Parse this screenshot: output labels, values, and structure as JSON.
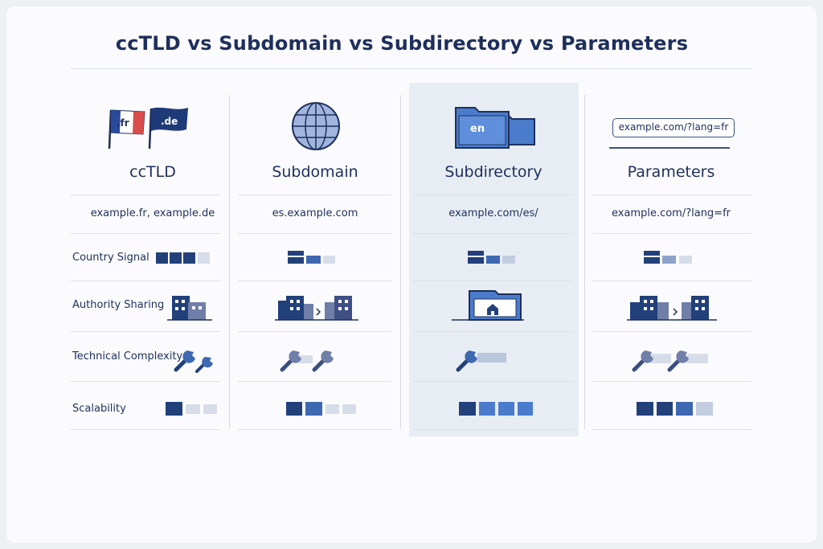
{
  "title": "ccTLD vs Subdomain vs Subdirectory vs Parameters",
  "columns": [
    {
      "name": "ccTLD",
      "url": "example.fr, example.de",
      "flags": [
        ".fr",
        ".de"
      ]
    },
    {
      "name": "Subdomain",
      "url": "es.example.com"
    },
    {
      "name": "Subdirectory",
      "url": "example.com/es/",
      "folder_label": "en"
    },
    {
      "name": "Parameters",
      "url": "example.com/?lang=fr",
      "url_box": "example.com/?lang=fr"
    }
  ],
  "rows": [
    {
      "label": "Country Signal"
    },
    {
      "label": "Authority Sharing"
    },
    {
      "label": "Technical Complexity"
    },
    {
      "label": "Scalability"
    }
  ],
  "colors": {
    "navy": "#22407a",
    "blue": "#4b7ccc",
    "light": "#d7dde8",
    "highlight": "#e8edf4"
  },
  "icons": [
    "flag-icon",
    "globe-icon",
    "folder-icon",
    "building-icon",
    "wrench-icon"
  ]
}
